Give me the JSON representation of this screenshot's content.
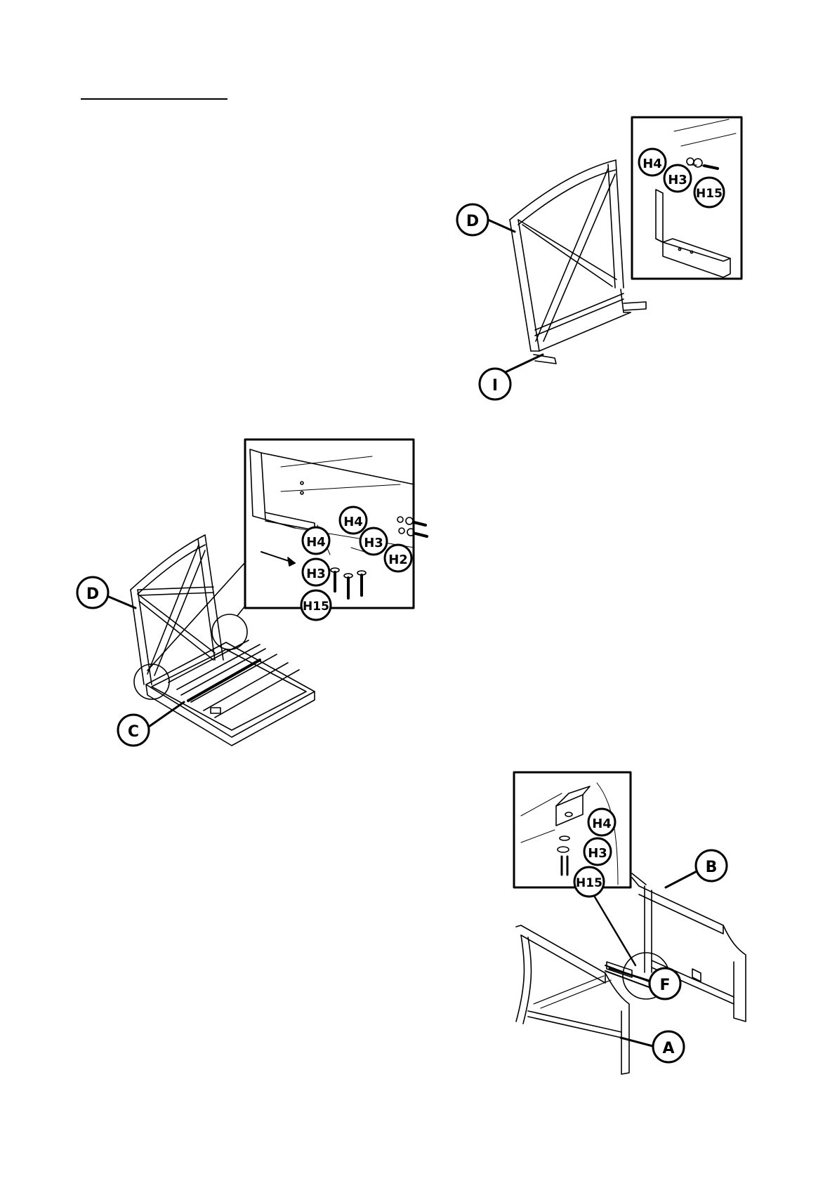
{
  "callouts": {
    "fig1": {
      "d": "D",
      "i": "I",
      "h4": "H4",
      "h3": "H3",
      "h15": "H15"
    },
    "fig2": {
      "d": "D",
      "c": "C",
      "h4a": "H4",
      "h3a": "H3",
      "h2": "H2",
      "h4b": "H4",
      "h3b": "H3",
      "h15": "H15"
    },
    "fig3": {
      "h4": "H4",
      "h3": "H3",
      "h15": "H15",
      "b": "B",
      "f": "F",
      "a": "A"
    }
  },
  "colors": {
    "ink": "#000000",
    "paper": "#ffffff",
    "line": "#444444"
  }
}
